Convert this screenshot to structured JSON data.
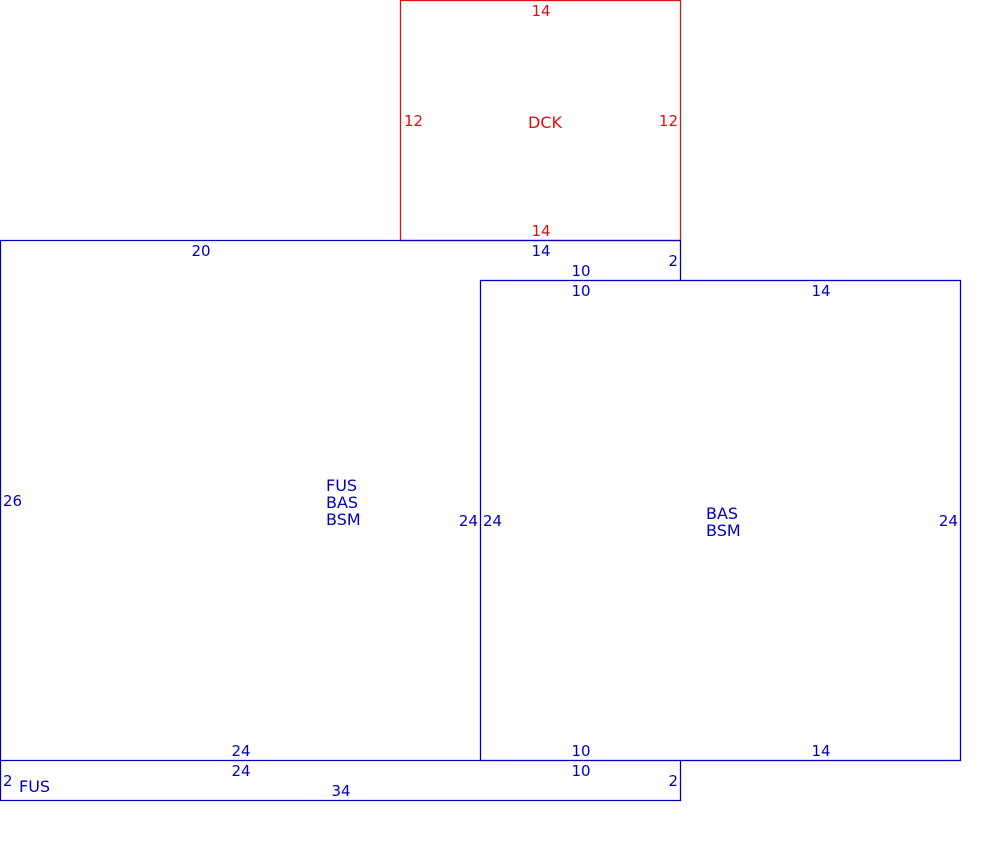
{
  "colors": {
    "deck": "#dd1111",
    "main": "#0000bb",
    "background": "#ffffff"
  },
  "deck": {
    "label": "DCK",
    "dims": {
      "top": "14",
      "left": "12",
      "right": "12",
      "bottom": "14"
    }
  },
  "left_block": {
    "labels": [
      "FUS",
      "BAS",
      "BSM"
    ],
    "dims": {
      "top": "20",
      "top_right": "14",
      "left": "26",
      "right": "24",
      "bottom": "24"
    }
  },
  "connector": {
    "dims": {
      "bottom": "10",
      "right": "2"
    }
  },
  "right_block": {
    "labels": [
      "BAS",
      "BSM"
    ],
    "dims": {
      "top_left": "10",
      "top_right": "14",
      "left": "24",
      "right": "24",
      "bottom_left": "10",
      "bottom_right": "14"
    }
  },
  "bottom_strip": {
    "label": "FUS",
    "dims": {
      "left": "2",
      "top_left": "24",
      "top_right": "10",
      "bottom": "34",
      "right": "2"
    }
  }
}
